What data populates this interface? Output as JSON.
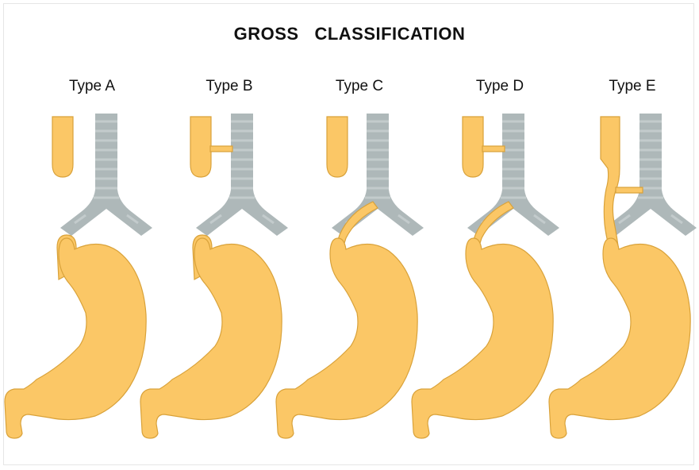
{
  "title": "GROSS   CLASSIFICATION",
  "types": [
    {
      "label": "Type A",
      "icon": "type-a-diagram"
    },
    {
      "label": "Type B",
      "icon": "type-b-diagram"
    },
    {
      "label": "Type C",
      "icon": "type-c-diagram"
    },
    {
      "label": "Type D",
      "icon": "type-d-diagram"
    },
    {
      "label": "Type E",
      "icon": "type-e-diagram"
    }
  ],
  "colors": {
    "esophagus_stomach": "#fbc766",
    "trachea": "#aeb8b9",
    "background": "#ffffff"
  }
}
